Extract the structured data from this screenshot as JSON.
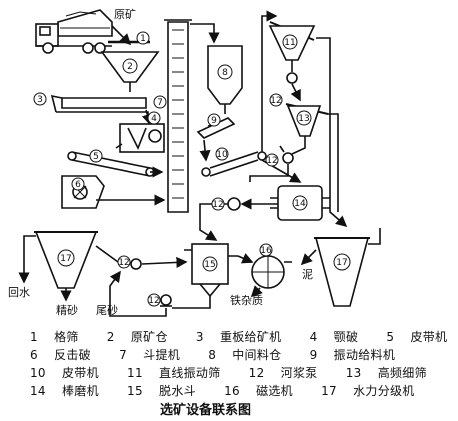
{
  "labels": {
    "ore": "原矿",
    "water": "回水",
    "concentrate": "精砂",
    "tailings": "尾砂",
    "slime": "泥",
    "iron": "铁杂质"
  },
  "markers": [
    "1",
    "2",
    "3",
    "4",
    "5",
    "6",
    "7",
    "8",
    "9",
    "10",
    "11",
    "12",
    "13",
    "14",
    "15",
    "16",
    "17"
  ],
  "legend": [
    {
      "n": "1",
      "name": "格筛"
    },
    {
      "n": "2",
      "name": "原矿仓"
    },
    {
      "n": "3",
      "name": "重板给矿机"
    },
    {
      "n": "4",
      "name": "颚破"
    },
    {
      "n": "5",
      "name": "皮带机"
    },
    {
      "n": "6",
      "name": "反击破"
    },
    {
      "n": "7",
      "name": "斗提机"
    },
    {
      "n": "8",
      "name": "中间料仓"
    },
    {
      "n": "9",
      "name": "振动给料机"
    },
    {
      "n": "10",
      "name": "皮带机"
    },
    {
      "n": "11",
      "name": "直线振动筛"
    },
    {
      "n": "12",
      "name": "河浆泵"
    },
    {
      "n": "13",
      "name": "高频细筛"
    },
    {
      "n": "14",
      "name": "棒磨机"
    },
    {
      "n": "15",
      "name": "脱水斗"
    },
    {
      "n": "16",
      "name": "磁选机"
    },
    {
      "n": "17",
      "name": "水力分级机"
    }
  ],
  "caption": "选矿设备联系图"
}
